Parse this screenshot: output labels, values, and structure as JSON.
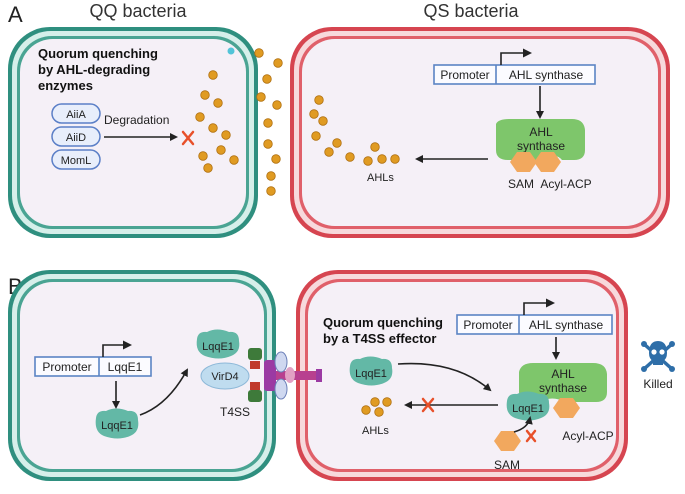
{
  "panels": {
    "a": {
      "letter": "A",
      "left_title": "QQ bacteria",
      "right_title": "QS bacteria",
      "qq_heading": [
        "Quorum quenching",
        "by AHL-degrading",
        "enzymes"
      ],
      "enzymes": [
        "AiiA",
        "AiiD",
        "MomL"
      ],
      "degradation_label": "Degradation",
      "promoter_label": "Promoter",
      "synthase_gene_label": "AHL synthase",
      "synthase_protein": [
        "AHL",
        "synthase"
      ],
      "sam_label": "SAM",
      "acyl_acp_label": "Acyl-ACP",
      "ahls_label": "AHLs"
    },
    "b": {
      "letter": "B",
      "promoter_label": "Promoter",
      "lqqe1_gene_label": "LqqE1",
      "lqqe1_protein_label": "LqqE1",
      "lqqe1_top_label": "LqqE1",
      "virD4_label": "VirD4",
      "t4ss_label": "T4SS",
      "qq_heading": [
        "Quorum quenching",
        "by a T4SS effector"
      ],
      "promoter_label_right": "Promoter",
      "synthase_gene_label": "AHL synthase",
      "lqqe1_injected_label": "LqqE1",
      "synthase_protein": [
        "AHL",
        "synthase"
      ],
      "lqqe1_bound_label": "LqqE1",
      "acyl_acp_label": "Acyl-ACP",
      "sam_label": "SAM",
      "ahls_label": "AHLs",
      "killed_label": "Killed"
    }
  },
  "colors": {
    "qq_outer": "#2f8f7f",
    "qq_mid": "#d6efea",
    "qq_inner": "#4aa493",
    "qs_outer": "#d64550",
    "qs_mid": "#f7d9dc",
    "qs_inner": "#e0606a",
    "cytoplasm": "#f5f0f7",
    "ahl_dot": "#e09b22",
    "ahl_dot_stroke": "#b07010",
    "enzyme_fill": "#e8eefb",
    "enzyme_stroke": "#5b7fc7",
    "gene_box": "#5b84c4",
    "synthase": "#7ec66b",
    "hexagon": "#f2a85e",
    "lqqe1": "#63b8a6",
    "virD4": "#bfdcef",
    "cross": "#e8502a",
    "skull": "#2e6ea8"
  },
  "icons": [
    "promoter-arrow-icon",
    "red-x-icon",
    "skull-crossbones-icon",
    "t4ss-channel-icon"
  ]
}
